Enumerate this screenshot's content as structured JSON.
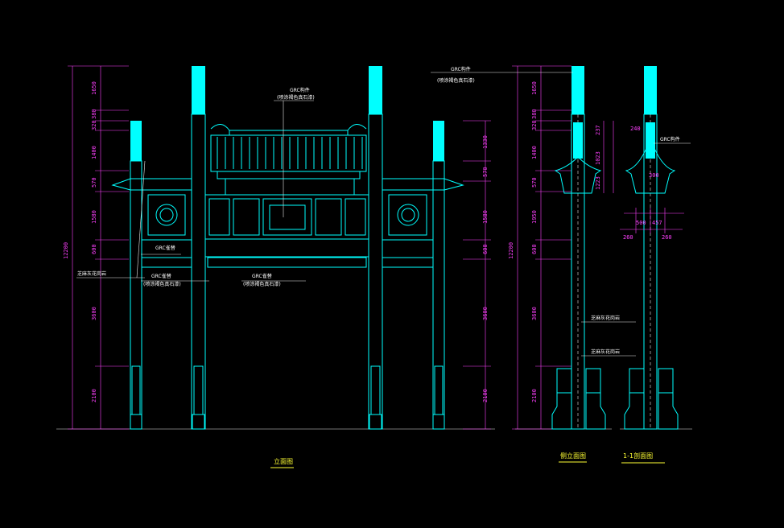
{
  "colors": {
    "background": "#000000",
    "outline": "#00ffff",
    "dimension": "#ff40ff",
    "leader": "#e8e8e8",
    "title": "#ffff33"
  },
  "front": {
    "title": "立面图",
    "dims": [
      "1650",
      "380",
      "320",
      "1400",
      "570",
      "1580",
      "600",
      "3600",
      "2100"
    ],
    "total": "12200",
    "right_dims": [
      "1330",
      "570",
      "1580",
      "600",
      "3600",
      "2100"
    ],
    "notes": {
      "grc_top": "GRC构件",
      "grc_top_sub": "(喷涂褐色真石漆)",
      "rail_left": "芝麻灰花岗岩",
      "grc_left": "GRC雀替",
      "grc_mid": "GRC雀替",
      "grc_mid_sub": "(喷涂褐色真石漆)",
      "grc_left2": "GRC雀替",
      "grc_left2_sub": "(喷涂褐色真石漆)"
    }
  },
  "side": {
    "title": "侧立面图",
    "dims": [
      "1650",
      "380",
      "320",
      "1400",
      "570",
      "1950",
      "600",
      "3600",
      "2100"
    ],
    "total": "12200",
    "notes": {
      "grc": "GRC构件",
      "grc_sub": "(喷涂褐色真石漆)",
      "granite1": "芝麻灰花岗岩",
      "granite2": "芝麻灰花岗岩"
    },
    "roof_dims": [
      "237",
      "1023",
      "1223"
    ]
  },
  "section": {
    "title": "1-1剖面图",
    "notes": {
      "grc": "GRC构件"
    },
    "dims": [
      "240",
      "300",
      "500",
      "457",
      "260",
      "260"
    ]
  }
}
